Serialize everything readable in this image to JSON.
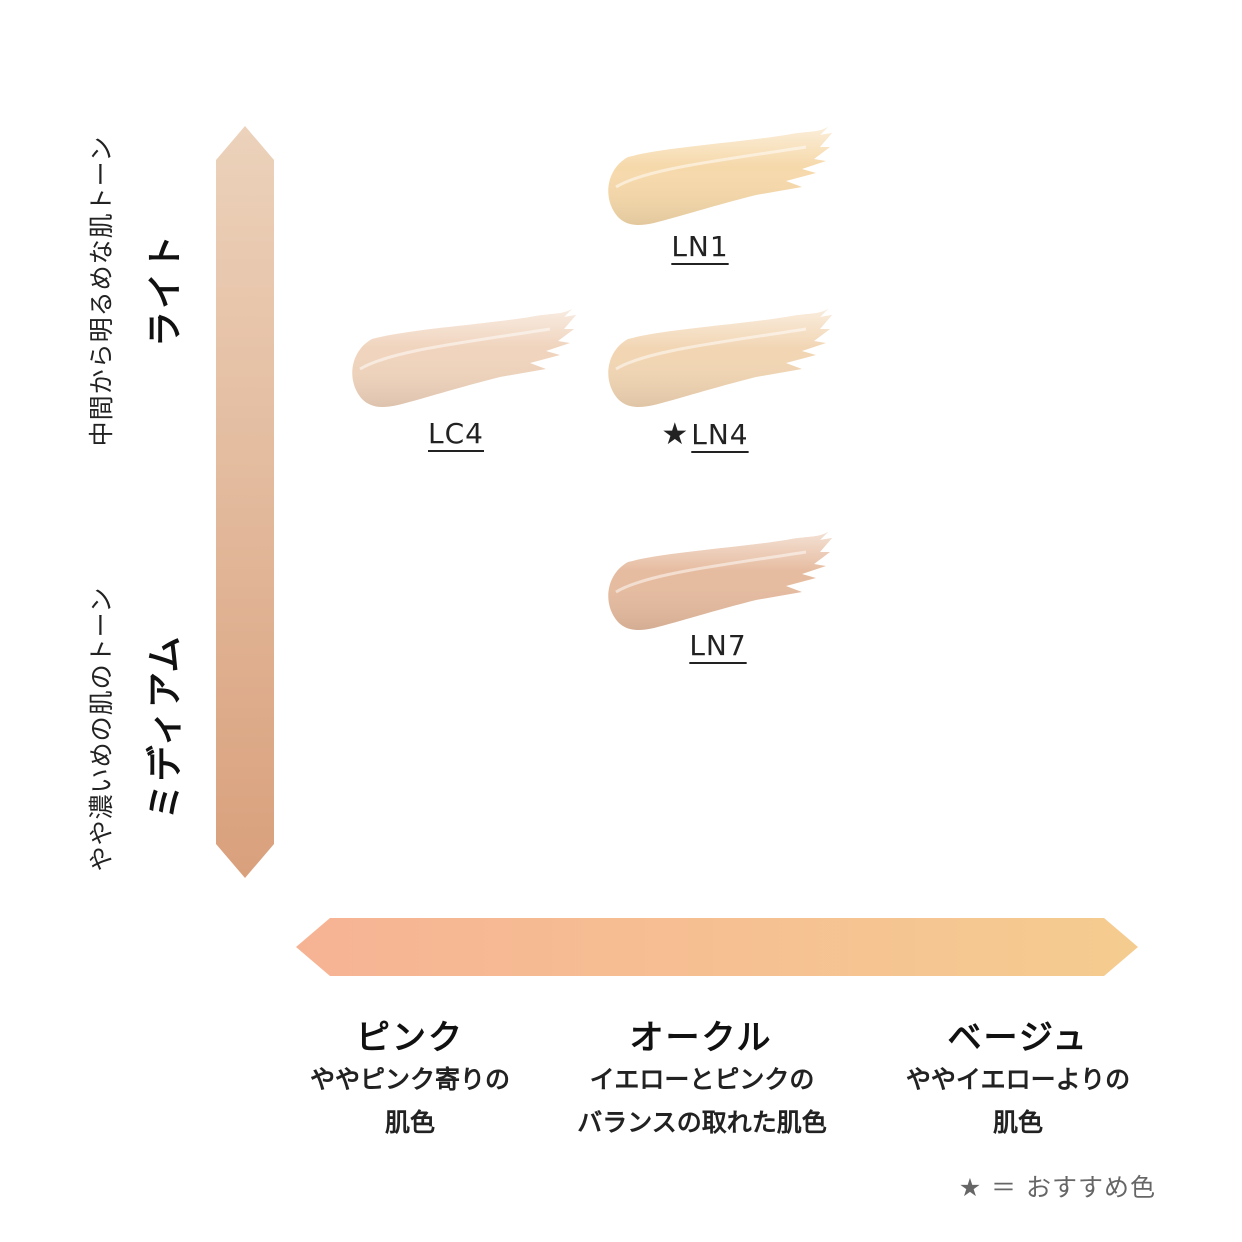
{
  "vertical_axis": {
    "top_title": "ライト",
    "top_desc": "中間から明るめな肌トーン",
    "bottom_title": "ミディアム",
    "bottom_desc": "やや濃いめの肌のトーン",
    "color_top": "#ecd2bb",
    "color_bottom": "#d9a07c"
  },
  "horizontal_axis": {
    "color_left": "#f6b394",
    "color_right": "#f5cc90",
    "categories": [
      {
        "title": "ピンク",
        "desc_line1": "ややピンク寄りの",
        "desc_line2": "肌色"
      },
      {
        "title": "オークル",
        "desc_line1": "イエローとピンクの",
        "desc_line2": "バランスの取れた肌色"
      },
      {
        "title": "ベージュ",
        "desc_line1": "ややイエローよりの",
        "desc_line2": "肌色"
      }
    ]
  },
  "swatches": [
    {
      "code": "LN1",
      "recommended": false,
      "color": "#f6d9ab"
    },
    {
      "code": "LC4",
      "recommended": false,
      "color": "#f0d4bd"
    },
    {
      "code": "LN4",
      "recommended": true,
      "color": "#f2d6b4"
    },
    {
      "code": "LN7",
      "recommended": false,
      "color": "#e6bca0"
    }
  ],
  "recommended_mark": "★",
  "legend": "★ ＝ おすすめ色"
}
